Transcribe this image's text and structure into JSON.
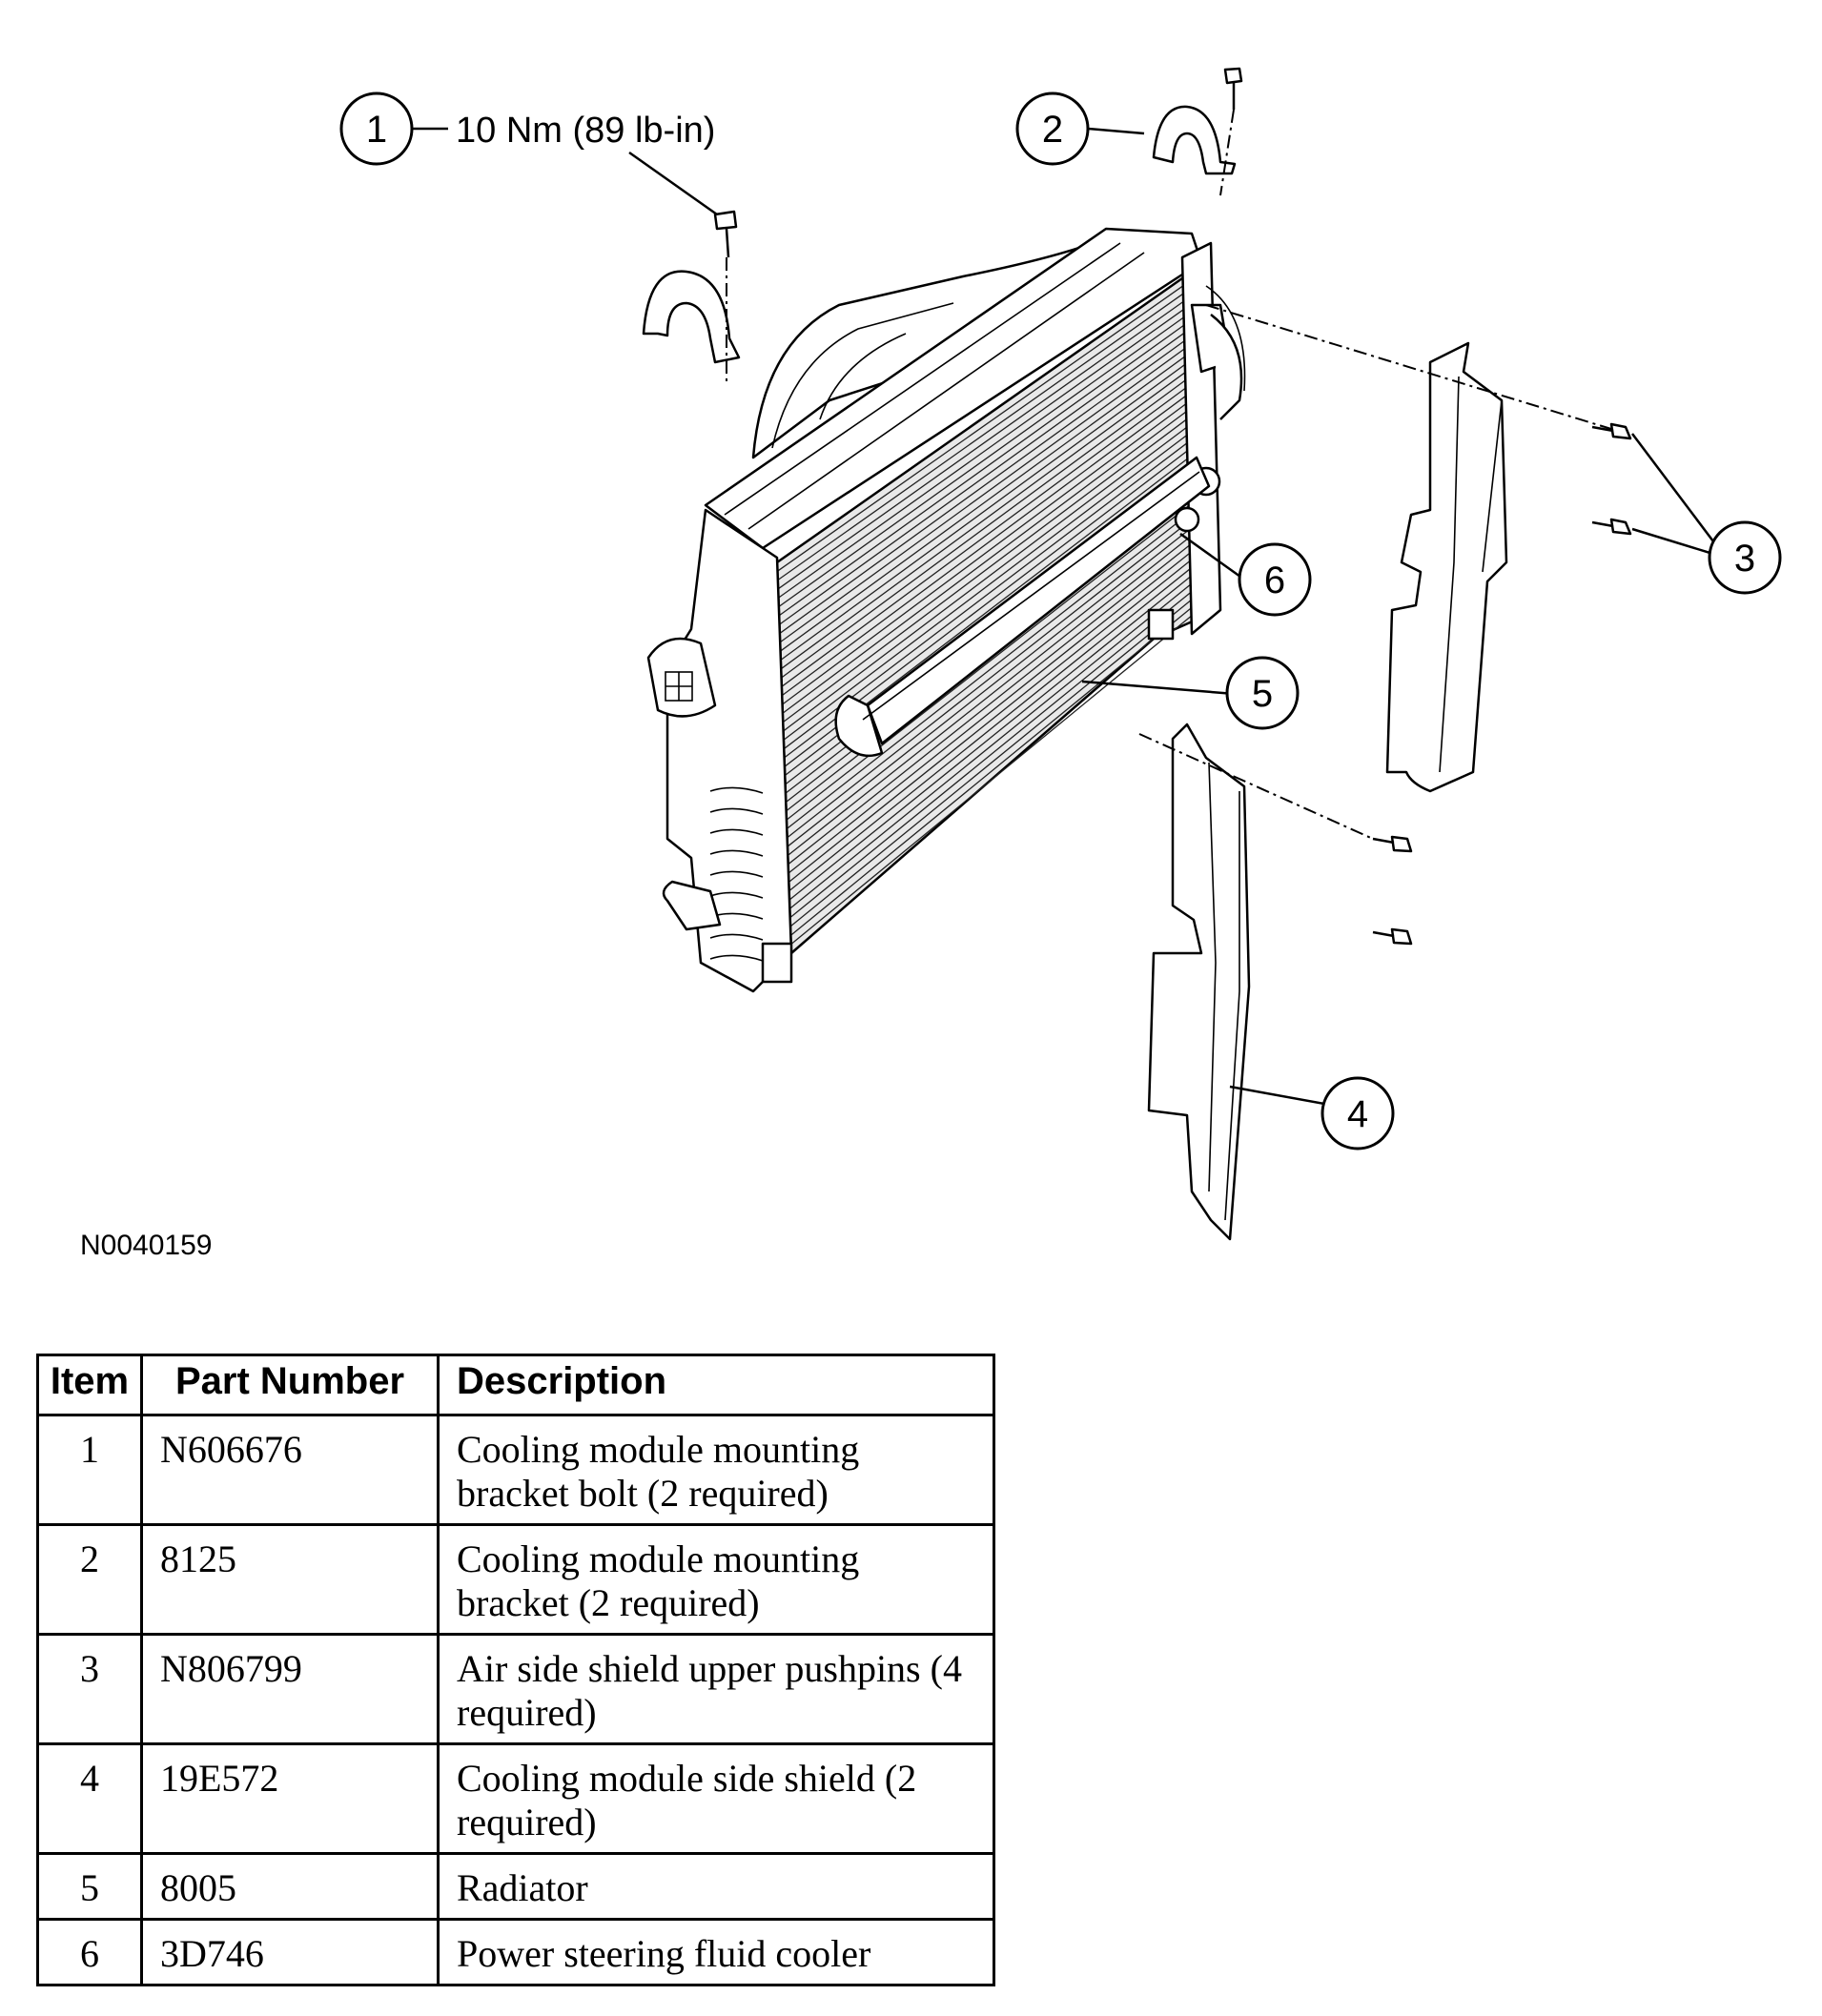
{
  "diagram": {
    "figure_id": "N0040159",
    "torque_spec": "10 Nm (89 lb-in)",
    "callouts": [
      "1",
      "2",
      "3",
      "4",
      "5",
      "6"
    ]
  },
  "table": {
    "headers": {
      "item": "Item",
      "part_number": "Part Number",
      "description": "Description"
    },
    "rows": [
      {
        "item": "1",
        "part_number": "N606676",
        "description": "Cooling module mounting bracket bolt (2 required)"
      },
      {
        "item": "2",
        "part_number": "8125",
        "description": "Cooling module mounting bracket (2 required)"
      },
      {
        "item": "3",
        "part_number": "N806799",
        "description": "Air side shield upper pushpins (4 required)"
      },
      {
        "item": "4",
        "part_number": "19E572",
        "description": "Cooling module side shield (2 required)"
      },
      {
        "item": "5",
        "part_number": "8005",
        "description": "Radiator"
      },
      {
        "item": "6",
        "part_number": "3D746",
        "description": "Power steering fluid cooler"
      }
    ]
  }
}
